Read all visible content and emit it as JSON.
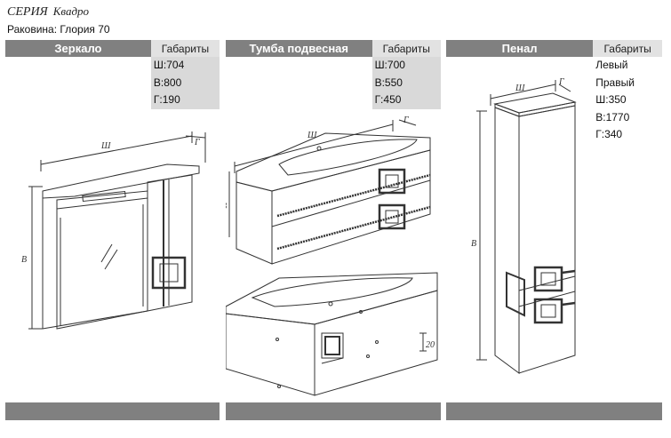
{
  "header": {
    "series_label": "СЕРИЯ",
    "series_name": "Квадро",
    "sink_line": "Раковина: Глория 70"
  },
  "panels": [
    {
      "title": "Зеркало",
      "dims_header": "Габариты",
      "dims": [
        "Ш:704",
        "В:800",
        "Г:190"
      ]
    },
    {
      "title": "Тумба подвесная",
      "dims_header": "Габариты",
      "dims": [
        "Ш:700",
        "В:550",
        "Г:450"
      ]
    },
    {
      "title": "Пенал",
      "dims_header": "Габариты",
      "dims": [
        "Левый",
        "Правый",
        "Ш:350",
        "В:1770",
        "Г:340"
      ]
    }
  ],
  "drawing_labels": {
    "width": "Ш",
    "height": "В",
    "depth": "Г",
    "dim_value": "20"
  }
}
